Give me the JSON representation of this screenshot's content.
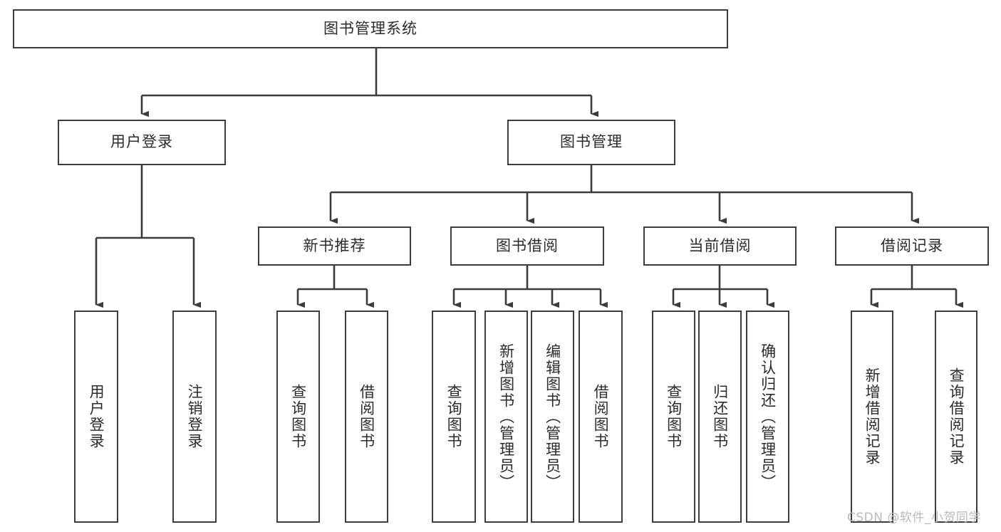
{
  "diagram": {
    "title": "图书管理系统",
    "type": "hierarchy-tree",
    "colors": {
      "box_border": "#3c3c3c",
      "box_fill": "#ffffff",
      "edge": "#3c3c3c",
      "text": "#2b2b2b",
      "watermark": "#b9b9b9"
    },
    "root": {
      "label": "图书管理系统"
    },
    "level2": [
      {
        "label": "用户登录"
      },
      {
        "label": "图书管理"
      }
    ],
    "level3": [
      {
        "label": "新书推荐"
      },
      {
        "label": "图书借阅"
      },
      {
        "label": "当前借阅"
      },
      {
        "label": "借阅记录"
      }
    ],
    "leaves_user_login": [
      {
        "label": "用户登录"
      },
      {
        "label": "注销登录"
      }
    ],
    "leaves_new_books": [
      {
        "label": "查询图书"
      },
      {
        "label": "借阅图书"
      }
    ],
    "leaves_borrow": [
      {
        "label": "查询图书"
      },
      {
        "label": "新增图书（管理员）"
      },
      {
        "label": "编辑图书（管理员）"
      },
      {
        "label": "借阅图书"
      }
    ],
    "leaves_current": [
      {
        "label": "查询图书"
      },
      {
        "label": "归还图书"
      },
      {
        "label": "确认归还（管理员）"
      }
    ],
    "leaves_records": [
      {
        "label": "新增借阅记录"
      },
      {
        "label": "查询借阅记录"
      }
    ]
  },
  "watermark": {
    "text": "CSDN @软件_小贺同学"
  }
}
